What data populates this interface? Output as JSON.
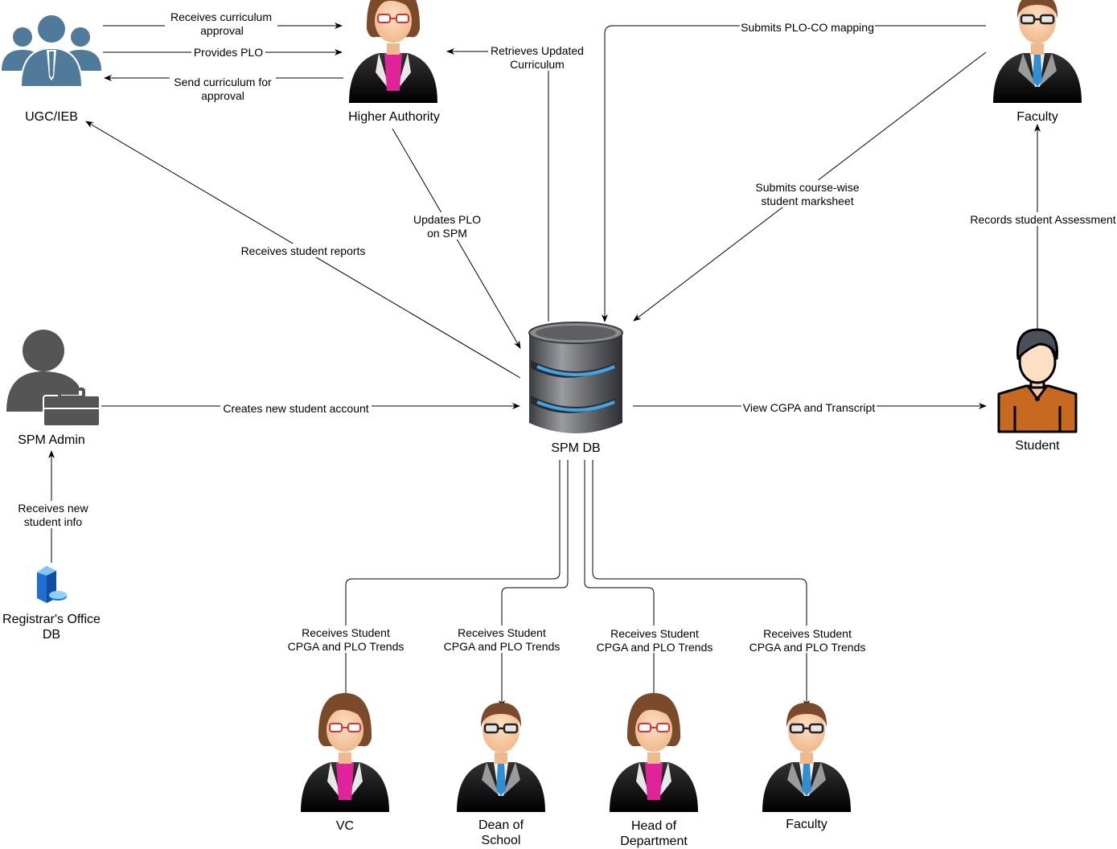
{
  "nodes": {
    "ugc": "UGC/IEB",
    "higher_authority": "Higher Authority",
    "faculty_top": "Faculty",
    "spm_admin": "SPM Admin",
    "spm_db": "SPM DB",
    "student": "Student",
    "registrar_line1": "Registrar's Office",
    "registrar_line2": "DB",
    "vc": "VC",
    "dean_line1": "Dean of",
    "dean_line2": "School",
    "hod_line1": "Head of",
    "hod_line2": "Department",
    "faculty_bottom": "Faculty"
  },
  "edges": {
    "curriculum_approval_line1": "Receives curriculum",
    "curriculum_approval_line2": "approval",
    "provides_plo": "Provides PLO",
    "send_curriculum_line1": "Send curriculum for",
    "send_curriculum_line2": "approval",
    "retrieves_curriculum_line1": "Retrieves Updated",
    "retrieves_curriculum_line2": "Curriculum",
    "plo_co_mapping": "Submits PLO-CO mapping",
    "marksheet_line1": "Submits course-wise",
    "marksheet_line2": "student marksheet",
    "records_assessment": "Records student Assessment",
    "updates_plo_line1": "Updates PLO",
    "updates_plo_line2": "on SPM",
    "student_reports": "Receives student reports",
    "creates_account": "Creates new student account",
    "view_cgpa": "View CGPA and Transcript",
    "new_student_info_line1": "Receives new",
    "new_student_info_line2": "student info",
    "trends_line1": "Receives Student",
    "trends_line2": "CPGA and PLO Trends"
  },
  "colors": {
    "group_icon": "#4f7a9a",
    "admin_icon": "#555555",
    "db_body": "#6d6f73",
    "db_glow": "#3fa6e6",
    "student_shirt": "#c76a1f",
    "female_blouse": "#e0239a",
    "male_tie": "#2f8fd1"
  },
  "icons": {
    "ugc": "user-group-icon",
    "higher_authority": "businesswoman-icon",
    "faculty": "businessman-icon",
    "spm_admin": "admin-briefcase-icon",
    "spm_db": "database-icon",
    "student": "student-icon",
    "registrar": "server-icon"
  }
}
